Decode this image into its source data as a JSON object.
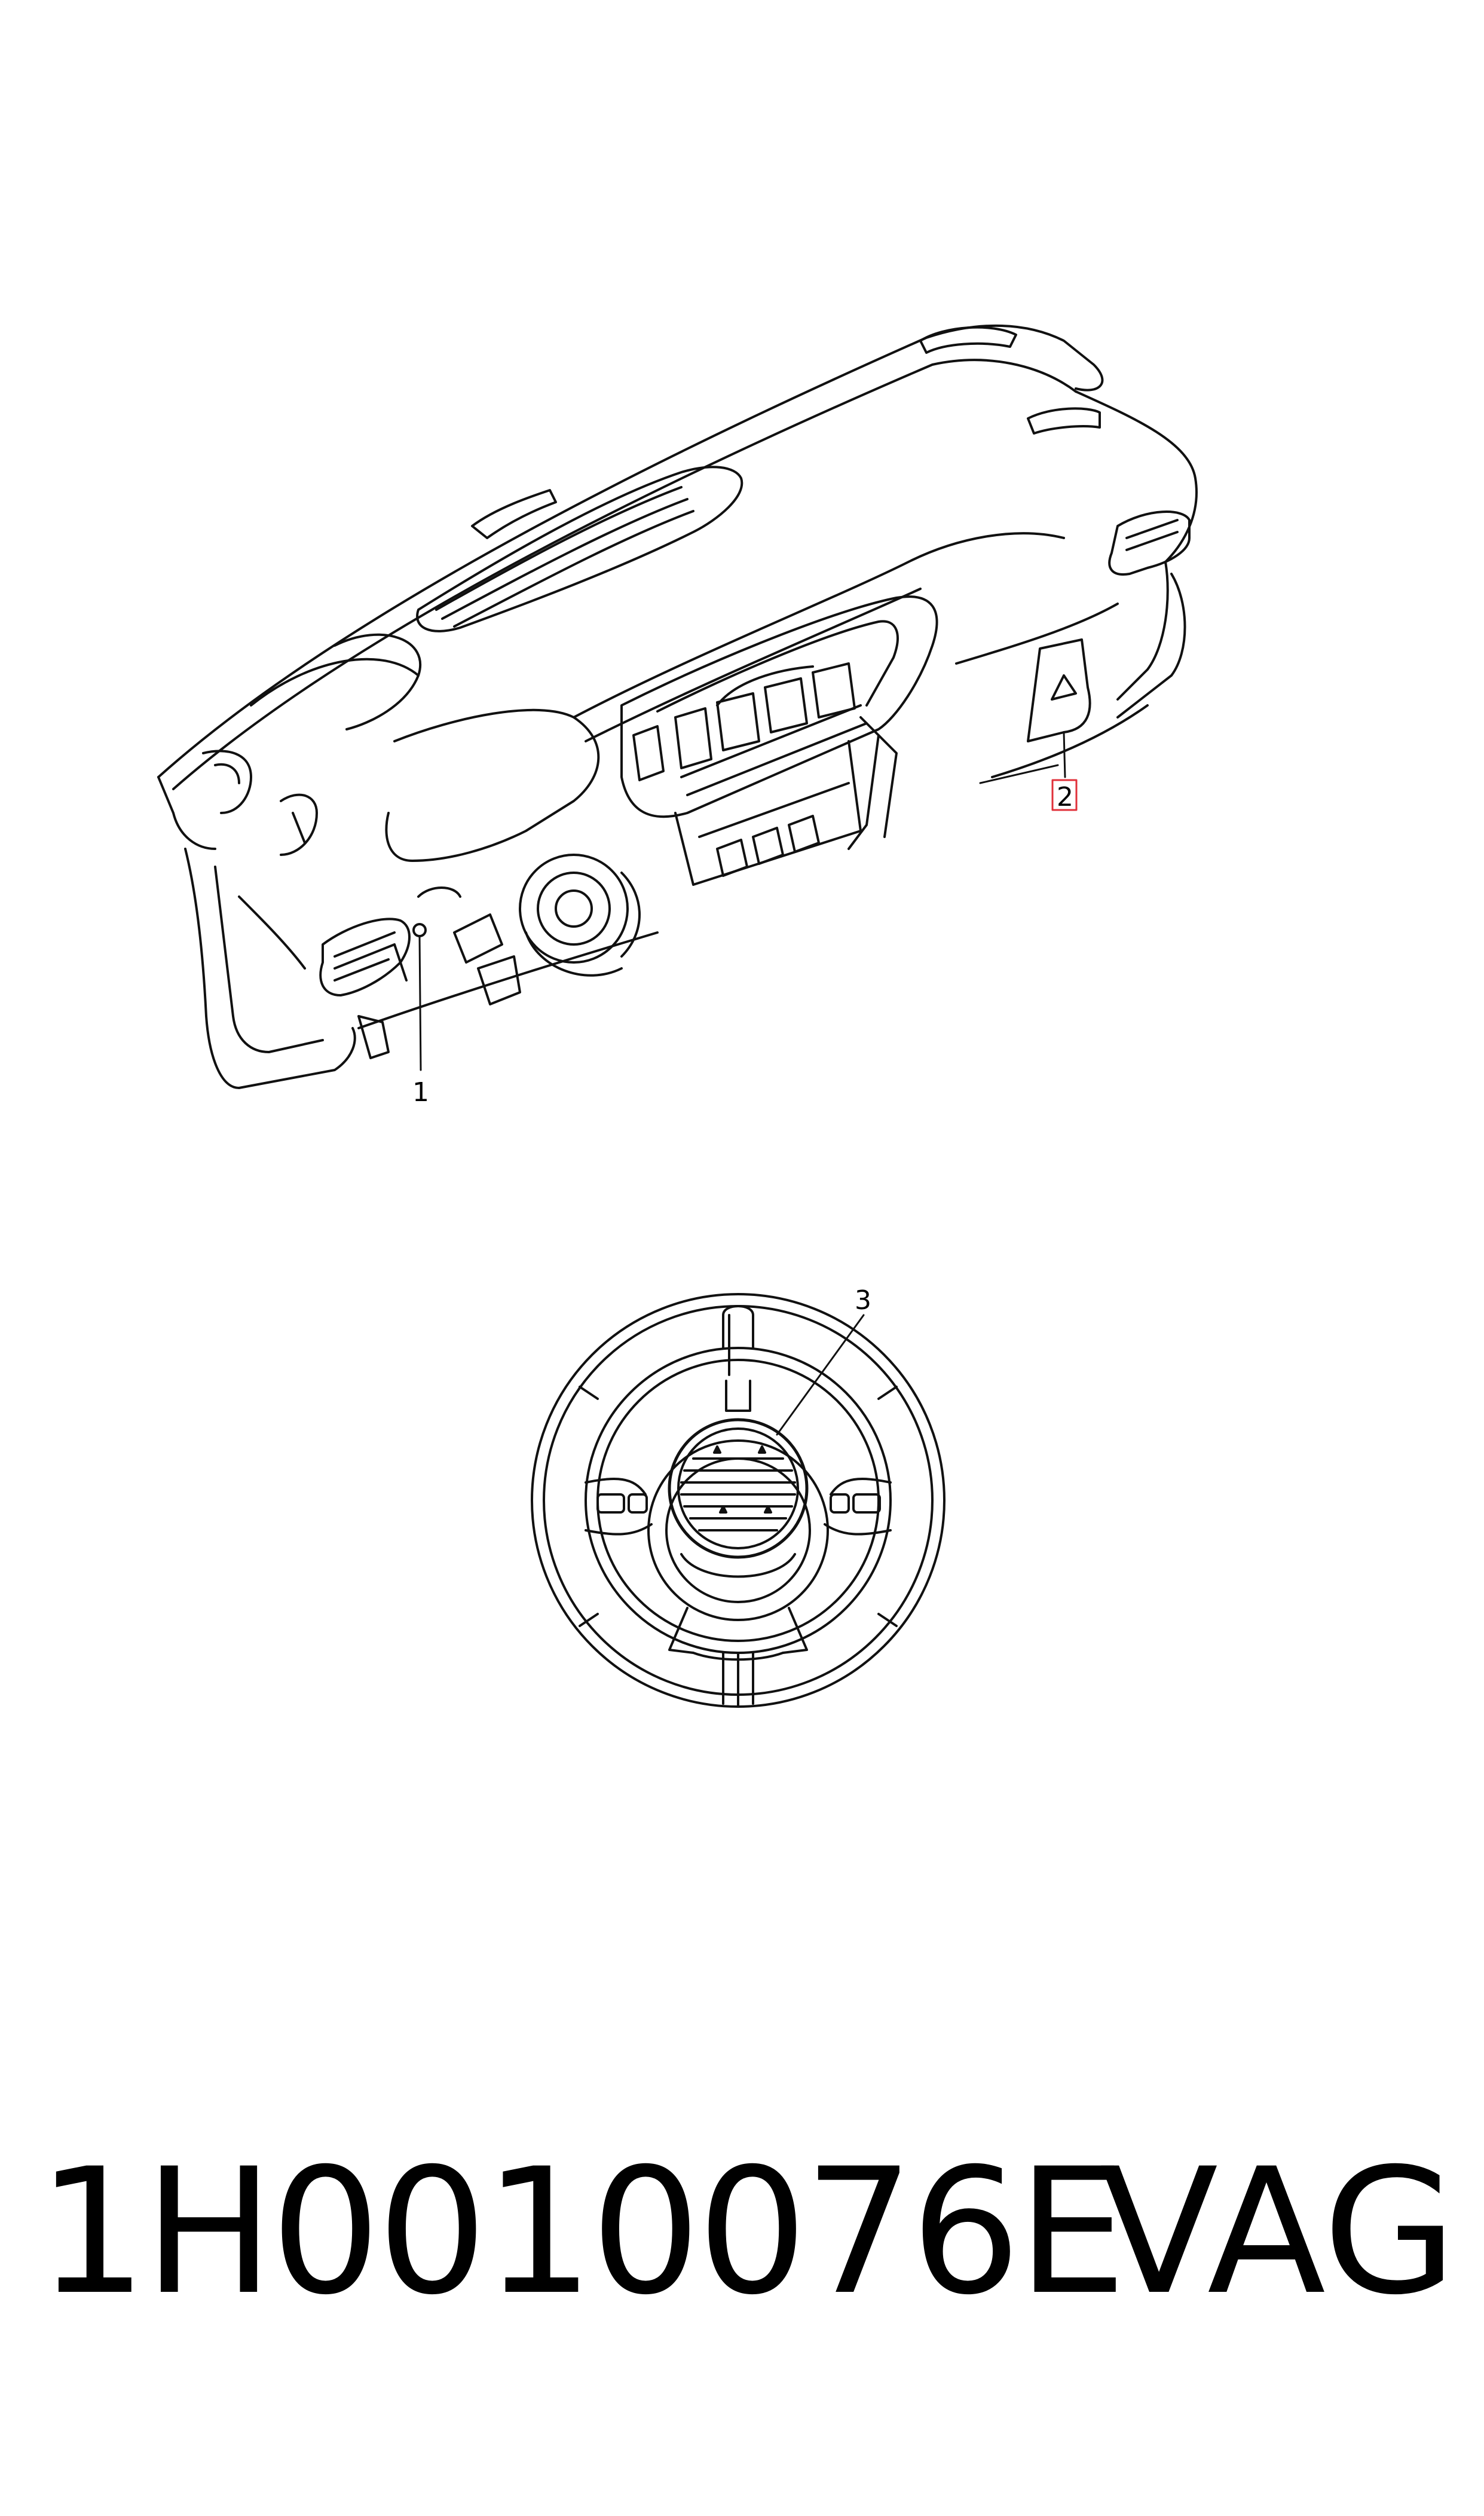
{
  "callouts": [
    {
      "id": "1",
      "label": "1",
      "highlighted": false
    },
    {
      "id": "2",
      "label": "2",
      "highlighted": true
    },
    {
      "id": "3",
      "label": "3",
      "highlighted": false
    }
  ],
  "highlight_color": "#e0303a",
  "footer": {
    "part_number": "1H0010076E",
    "brand": "VAG"
  }
}
